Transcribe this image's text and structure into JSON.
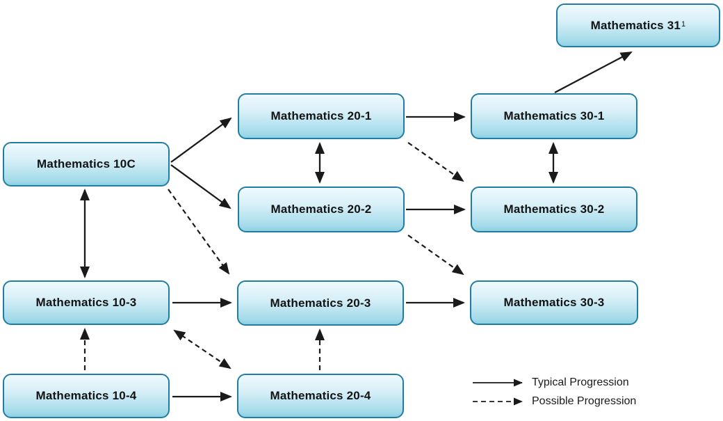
{
  "diagram": {
    "type": "flowchart",
    "subject": "Mathematics course progression",
    "nodes": [
      {
        "id": "mathematics-31",
        "label": "Mathematics 31",
        "superscript": "1"
      },
      {
        "id": "mathematics-10c",
        "label": "Mathematics 10C"
      },
      {
        "id": "mathematics-20-1",
        "label": "Mathematics 20-1"
      },
      {
        "id": "mathematics-30-1",
        "label": "Mathematics 30-1"
      },
      {
        "id": "mathematics-20-2",
        "label": "Mathematics 20-2"
      },
      {
        "id": "mathematics-30-2",
        "label": "Mathematics 30-2"
      },
      {
        "id": "mathematics-10-3",
        "label": "Mathematics 10-3"
      },
      {
        "id": "mathematics-20-3",
        "label": "Mathematics 20-3"
      },
      {
        "id": "mathematics-30-3",
        "label": "Mathematics 30-3"
      },
      {
        "id": "mathematics-10-4",
        "label": "Mathematics 10-4"
      },
      {
        "id": "mathematics-20-4",
        "label": "Mathematics 20-4"
      }
    ],
    "edges": [
      {
        "from": "mathematics-10c",
        "to": "mathematics-10-3",
        "type": "typical",
        "bidirectional": true
      },
      {
        "from": "mathematics-10c",
        "to": "mathematics-20-1",
        "type": "typical",
        "bidirectional": false
      },
      {
        "from": "mathematics-10c",
        "to": "mathematics-20-2",
        "type": "typical",
        "bidirectional": false
      },
      {
        "from": "mathematics-10c",
        "to": "mathematics-20-3",
        "type": "possible",
        "bidirectional": false
      },
      {
        "from": "mathematics-20-1",
        "to": "mathematics-20-2",
        "type": "typical",
        "bidirectional": true
      },
      {
        "from": "mathematics-20-1",
        "to": "mathematics-30-1",
        "type": "typical",
        "bidirectional": false
      },
      {
        "from": "mathematics-20-1",
        "to": "mathematics-30-2",
        "type": "possible",
        "bidirectional": false
      },
      {
        "from": "mathematics-20-2",
        "to": "mathematics-30-2",
        "type": "typical",
        "bidirectional": false
      },
      {
        "from": "mathematics-20-2",
        "to": "mathematics-30-3",
        "type": "possible",
        "bidirectional": false
      },
      {
        "from": "mathematics-30-1",
        "to": "mathematics-30-2",
        "type": "typical",
        "bidirectional": true
      },
      {
        "from": "mathematics-30-1",
        "to": "mathematics-31",
        "type": "typical",
        "bidirectional": false
      },
      {
        "from": "mathematics-10-3",
        "to": "mathematics-20-3",
        "type": "typical",
        "bidirectional": false
      },
      {
        "from": "mathematics-10-4",
        "to": "mathematics-10-3",
        "type": "possible",
        "bidirectional": false
      },
      {
        "from": "mathematics-10-3",
        "to": "mathematics-20-4",
        "type": "possible",
        "bidirectional": true
      },
      {
        "from": "mathematics-10-4",
        "to": "mathematics-20-4",
        "type": "typical",
        "bidirectional": false
      },
      {
        "from": "mathematics-20-4",
        "to": "mathematics-20-3",
        "type": "possible",
        "bidirectional": false
      },
      {
        "from": "mathematics-20-3",
        "to": "mathematics-30-3",
        "type": "typical",
        "bidirectional": false
      }
    ],
    "legend": {
      "items": [
        {
          "line_style": "solid",
          "label": "Typical Progression"
        },
        {
          "line_style": "dashed",
          "label": "Possible Progression"
        }
      ]
    },
    "colors": {
      "node_fill_top": "#eef9fd",
      "node_fill_bottom": "#8fd0e3",
      "node_border": "#1e7ea1",
      "arrow": "#1a1a1a",
      "background": "#ffffff"
    }
  }
}
